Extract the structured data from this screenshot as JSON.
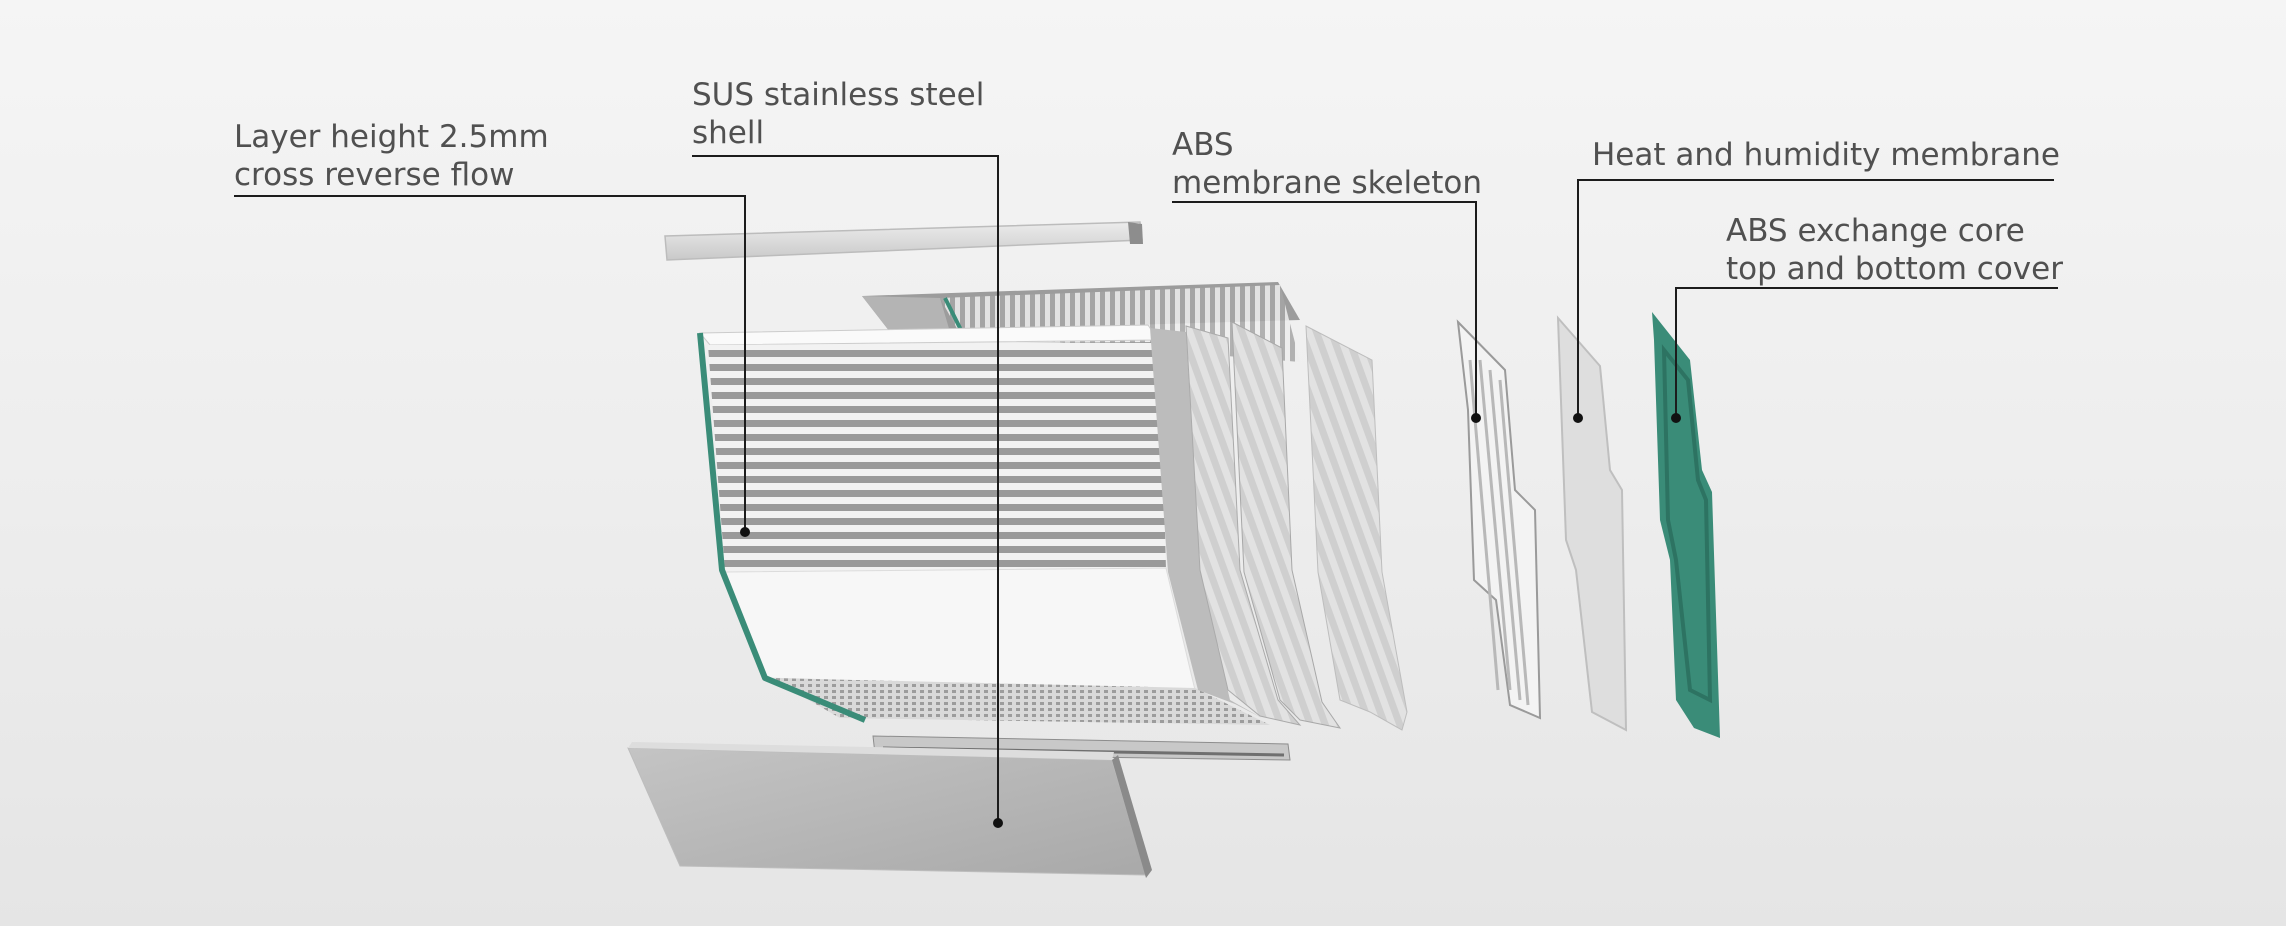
{
  "labels": {
    "layer_height": [
      "Layer height 2.5mm",
      "cross reverse flow"
    ],
    "shell": [
      "SUS stainless steel",
      "shell"
    ],
    "skeleton": [
      "ABS",
      "membrane skeleton"
    ],
    "membrane": [
      "Heat and humidity membrane"
    ],
    "cover": [
      "ABS exchange core",
      "top and bottom cover"
    ]
  },
  "colors": {
    "accent_green": "#3a8c78",
    "leader_line": "#1c1c1c",
    "label_text": "#505050",
    "steel_light": "#d2d2d2",
    "steel_mid": "#b4b4b4"
  }
}
